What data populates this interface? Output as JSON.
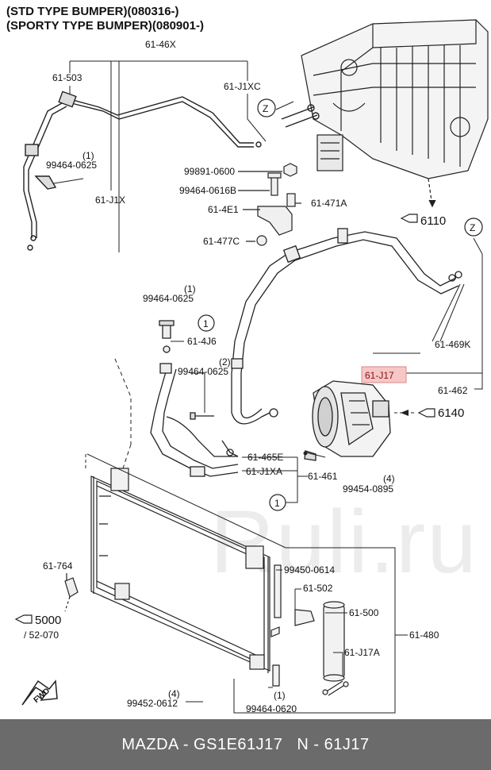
{
  "header": {
    "line1": "(STD TYPE BUMPER)(080316-)",
    "line2": "(SPORTY TYPE BUMPER)(080901-)"
  },
  "labels": {
    "l_61_46x": "61-46X",
    "l_61_503": "61-503",
    "l_61_j1xc": "61-J1XC",
    "l_z_top": "Z",
    "l_z_right": "Z",
    "l_1_a": "(1)",
    "l_99464_0625_a": "99464-0625",
    "l_99891_0600": "99891-0600",
    "l_99464_0616b": "99464-0616B",
    "l_61_471a": "61-471A",
    "l_61_4e1": "61-4E1",
    "l_61_477c": "61-477C",
    "l_61_j1x": "61-J1X",
    "l_6110": "6110",
    "l_1_b": "(1)",
    "l_99464_0625_b": "99464-0625",
    "l_circle1_a": "1",
    "l_61_4j6": "61-4J6",
    "l_2": "(2)",
    "l_99464_0625_c": "99464-0625",
    "l_61_469k": "61-469K",
    "l_61_j17": "61-J17",
    "l_61_462": "61-462",
    "l_6140": "6140",
    "l_61_465e": "61-465E",
    "l_61_j1xa": "61-J1XA",
    "l_61_461": "61-461",
    "l_4_a": "(4)",
    "l_99454_0895": "99454-0895",
    "l_circle1_b": "1",
    "l_61_764": "61-764",
    "l_99450_0614": "99450-0614",
    "l_61_502": "61-502",
    "l_61_500": "61-500",
    "l_5000": "5000",
    "l_52_070": "/ 52-070",
    "l_61_480": "61-480",
    "l_61_j17a": "61-J17A",
    "l_4_b": "(4)",
    "l_99452_0612": "99452-0612",
    "l_1_c": "(1)",
    "l_99464_0620": "99464-0620",
    "l_fwd": "FWD"
  },
  "watermark": "Ruli.ru",
  "footer": {
    "part1": "MAZDA - GS1E61J17",
    "part2": "N - 61J17"
  },
  "colors": {
    "highlight": "#f6c7c7",
    "footer_bg": "#6b6b6b"
  }
}
